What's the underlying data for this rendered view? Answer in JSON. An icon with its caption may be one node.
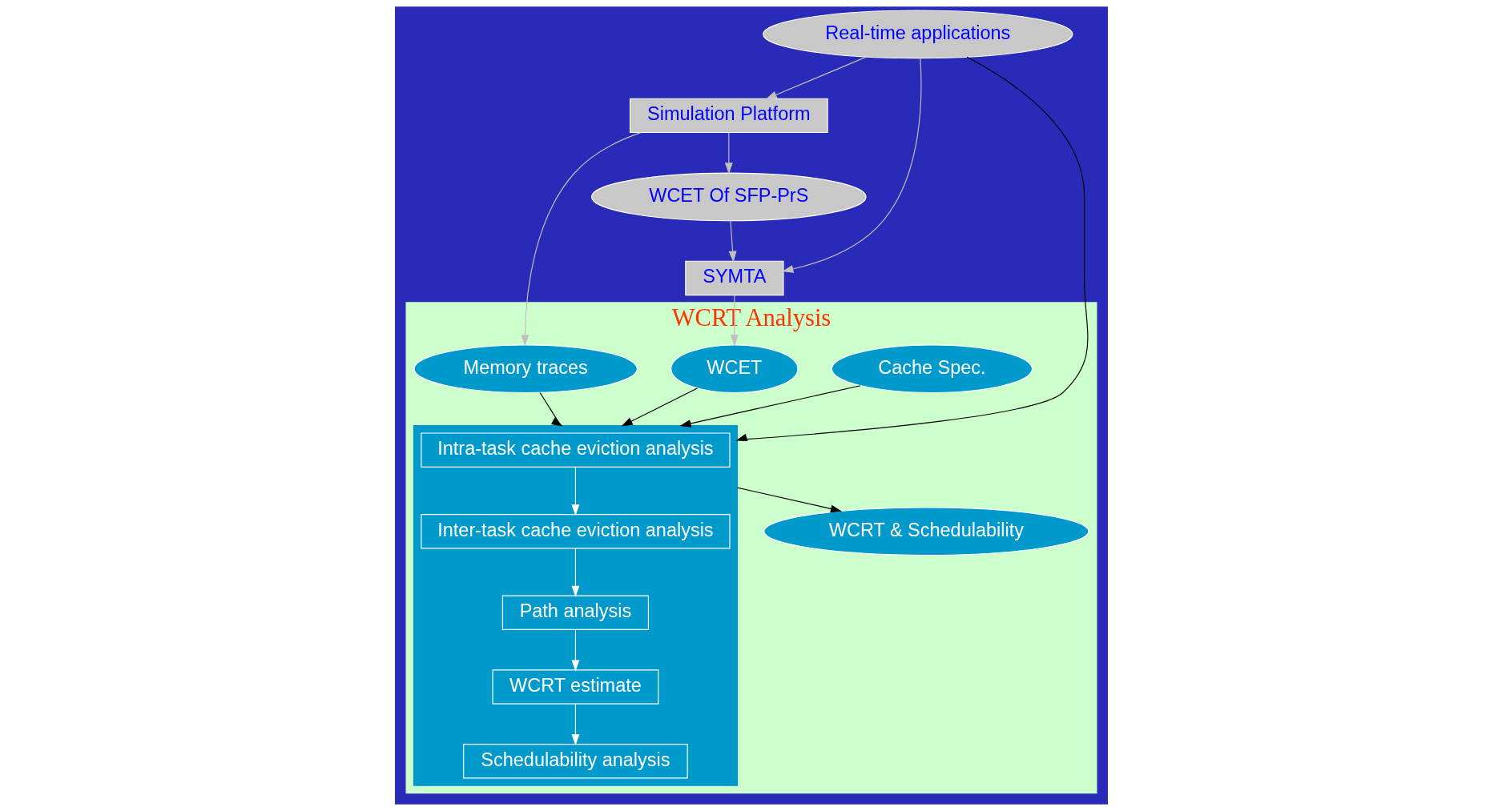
{
  "diagram": {
    "nodes": [
      {
        "text": [
          "Real-time applications"
        ]
      },
      {
        "text": [
          "Simulation Platform"
        ]
      },
      {
        "text": [
          "WCET Of SFP-PrS"
        ]
      },
      {
        "text": [
          "SYMTA"
        ]
      },
      {
        "text": [
          "WCRT Analysis"
        ]
      },
      {
        "text": [],
        "shape": "box",
        "in": 4
      },
      {
        "text": [
          "Intra-task cache eviction analysis"
        ],
        "in": 5
      },
      {
        "text": [
          "Inter-task cache eviction analysis"
        ],
        "in": 5
      },
      {
        "text": [
          "Path analysis"
        ],
        "in": 5
      },
      {
        "text": [
          "WCRT estimate"
        ],
        "in": 5
      },
      {
        "text": [
          "Schedulability analysis"
        ],
        "in": 5
      },
      {
        "text": [
          "Cache Spec."
        ],
        "in": 4
      },
      {
        "text": [
          "Memory traces"
        ],
        "in": 4
      },
      {
        "text": [
          "WCET"
        ],
        "in": 4
      },
      {
        "text": [
          "WCRT & Schedulability"
        ],
        "in": 4
      }
    ],
    "edges": [
      {
        "from": 0,
        "to": 1,
        "arrow": "to"
      },
      {
        "from": 0,
        "to": 5,
        "arrow": "to",
        "color": "#000000"
      },
      {
        "from": 0,
        "to": 3,
        "arrow": "to"
      },
      {
        "from": 1,
        "to": 2,
        "arrow": "to"
      },
      {
        "from": 1,
        "to": 12,
        "arrow": "to"
      },
      {
        "from": 2,
        "to": 3,
        "arrow": "to"
      },
      {
        "from": 3,
        "to": 13,
        "arrow": "to"
      },
      {
        "from": 11,
        "to": 5,
        "arrow": "to",
        "color": "#000000"
      },
      {
        "from": 12,
        "to": 5,
        "arrow": "to",
        "color": "#000000"
      },
      {
        "from": 13,
        "to": 5,
        "arrow": "to",
        "color": "#000000"
      },
      {
        "from": 6,
        "to": 7,
        "arrow": "to",
        "color": "#ffffff"
      },
      {
        "from": 7,
        "to": 8,
        "arrow": "to",
        "color": "#ffffff"
      },
      {
        "from": 8,
        "to": 9,
        "arrow": "to",
        "color": "#ffffff"
      },
      {
        "from": 9,
        "to": 10,
        "arrow": "to",
        "color": "#ffffff"
      },
      {
        "from": 5,
        "to": 14,
        "arrow": "to",
        "color": "#000000"
      }
    ]
  }
}
